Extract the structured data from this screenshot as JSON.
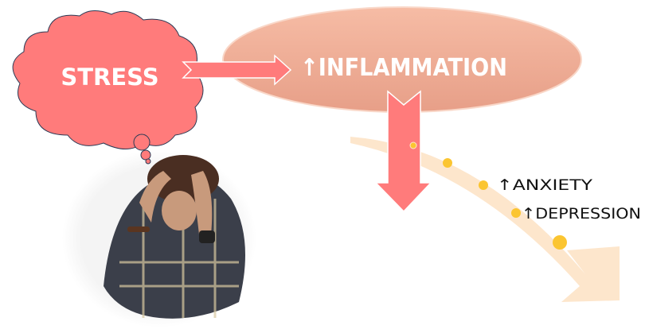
{
  "diagram": {
    "stress_label": "STRESS",
    "inflammation_label": "↑INFLAMMATION",
    "anxiety_label": "↑ANXIETY",
    "depression_label": "↑DEPRESSION",
    "colors": {
      "cloud": "#ff7b7b",
      "ellipse": "#efa58c",
      "down_arrow": "#ff7b7b",
      "band": "#fde6cc",
      "dots": "#fbc531"
    }
  }
}
